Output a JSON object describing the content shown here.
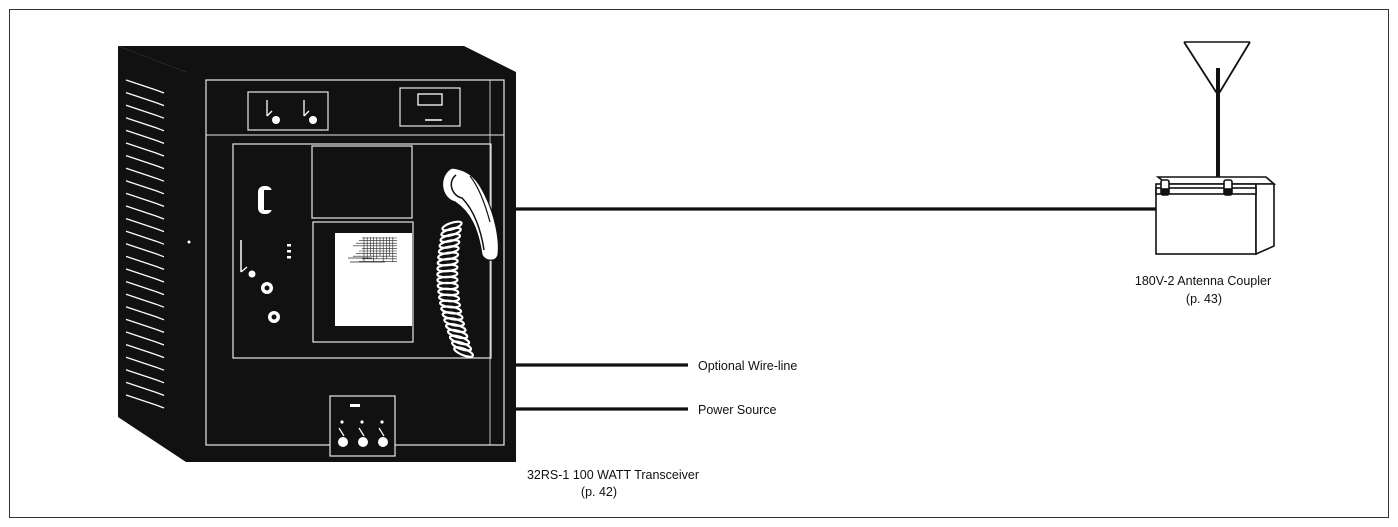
{
  "diagram": {
    "transceiver": {
      "name": "32RS-1 100 WATT Transceiver",
      "page": "(p. 42)"
    },
    "coupler": {
      "name": "180V-2 Antenna Coupler",
      "page": "(p. 43)"
    },
    "lines": {
      "wire_line": "Optional Wire-line",
      "power": "Power Source"
    }
  },
  "colors": {
    "ink": "#111111",
    "paper": "#ffffff"
  }
}
